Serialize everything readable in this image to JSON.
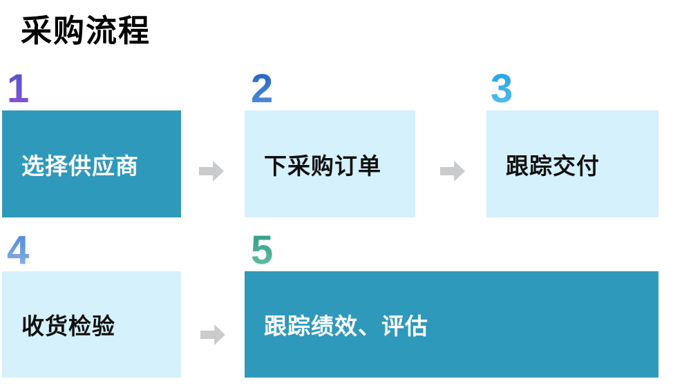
{
  "title": "采购流程",
  "steps": [
    {
      "number": "1",
      "label": "选择供应商",
      "variant": "dark",
      "number_color_top": "#5354CF",
      "number_color_bottom": "#8B4FD6"
    },
    {
      "number": "2",
      "label": "下采购订单",
      "variant": "light",
      "number_color_top": "#1F63BC",
      "number_color_bottom": "#4E93E0"
    },
    {
      "number": "3",
      "label": "跟踪交付",
      "variant": "light",
      "number_color_top": "#1EA7E0",
      "number_color_bottom": "#55C6F2"
    },
    {
      "number": "4",
      "label": "收货检验",
      "variant": "light",
      "number_color_top": "#4F86D8",
      "number_color_bottom": "#8CBBEE"
    },
    {
      "number": "5",
      "label": "跟踪绩效、评估",
      "variant": "dark",
      "number_color_top": "#2D9F82",
      "number_color_bottom": "#64C7AB"
    }
  ],
  "connectors": [
    {
      "icon": "arrow-right",
      "from": "1",
      "to": "2"
    },
    {
      "icon": "arrow-right",
      "from": "2",
      "to": "3"
    },
    {
      "icon": "arrow-right",
      "from": "4",
      "to": "5"
    }
  ],
  "colors": {
    "background": "#FFFFFF",
    "title_text": "#000000",
    "box_dark": "#2F99BB",
    "box_dark_text": "#FFFFFF",
    "box_light": "#D5F1FB",
    "box_light_text": "#111111",
    "arrow": "#C9CBCD"
  }
}
